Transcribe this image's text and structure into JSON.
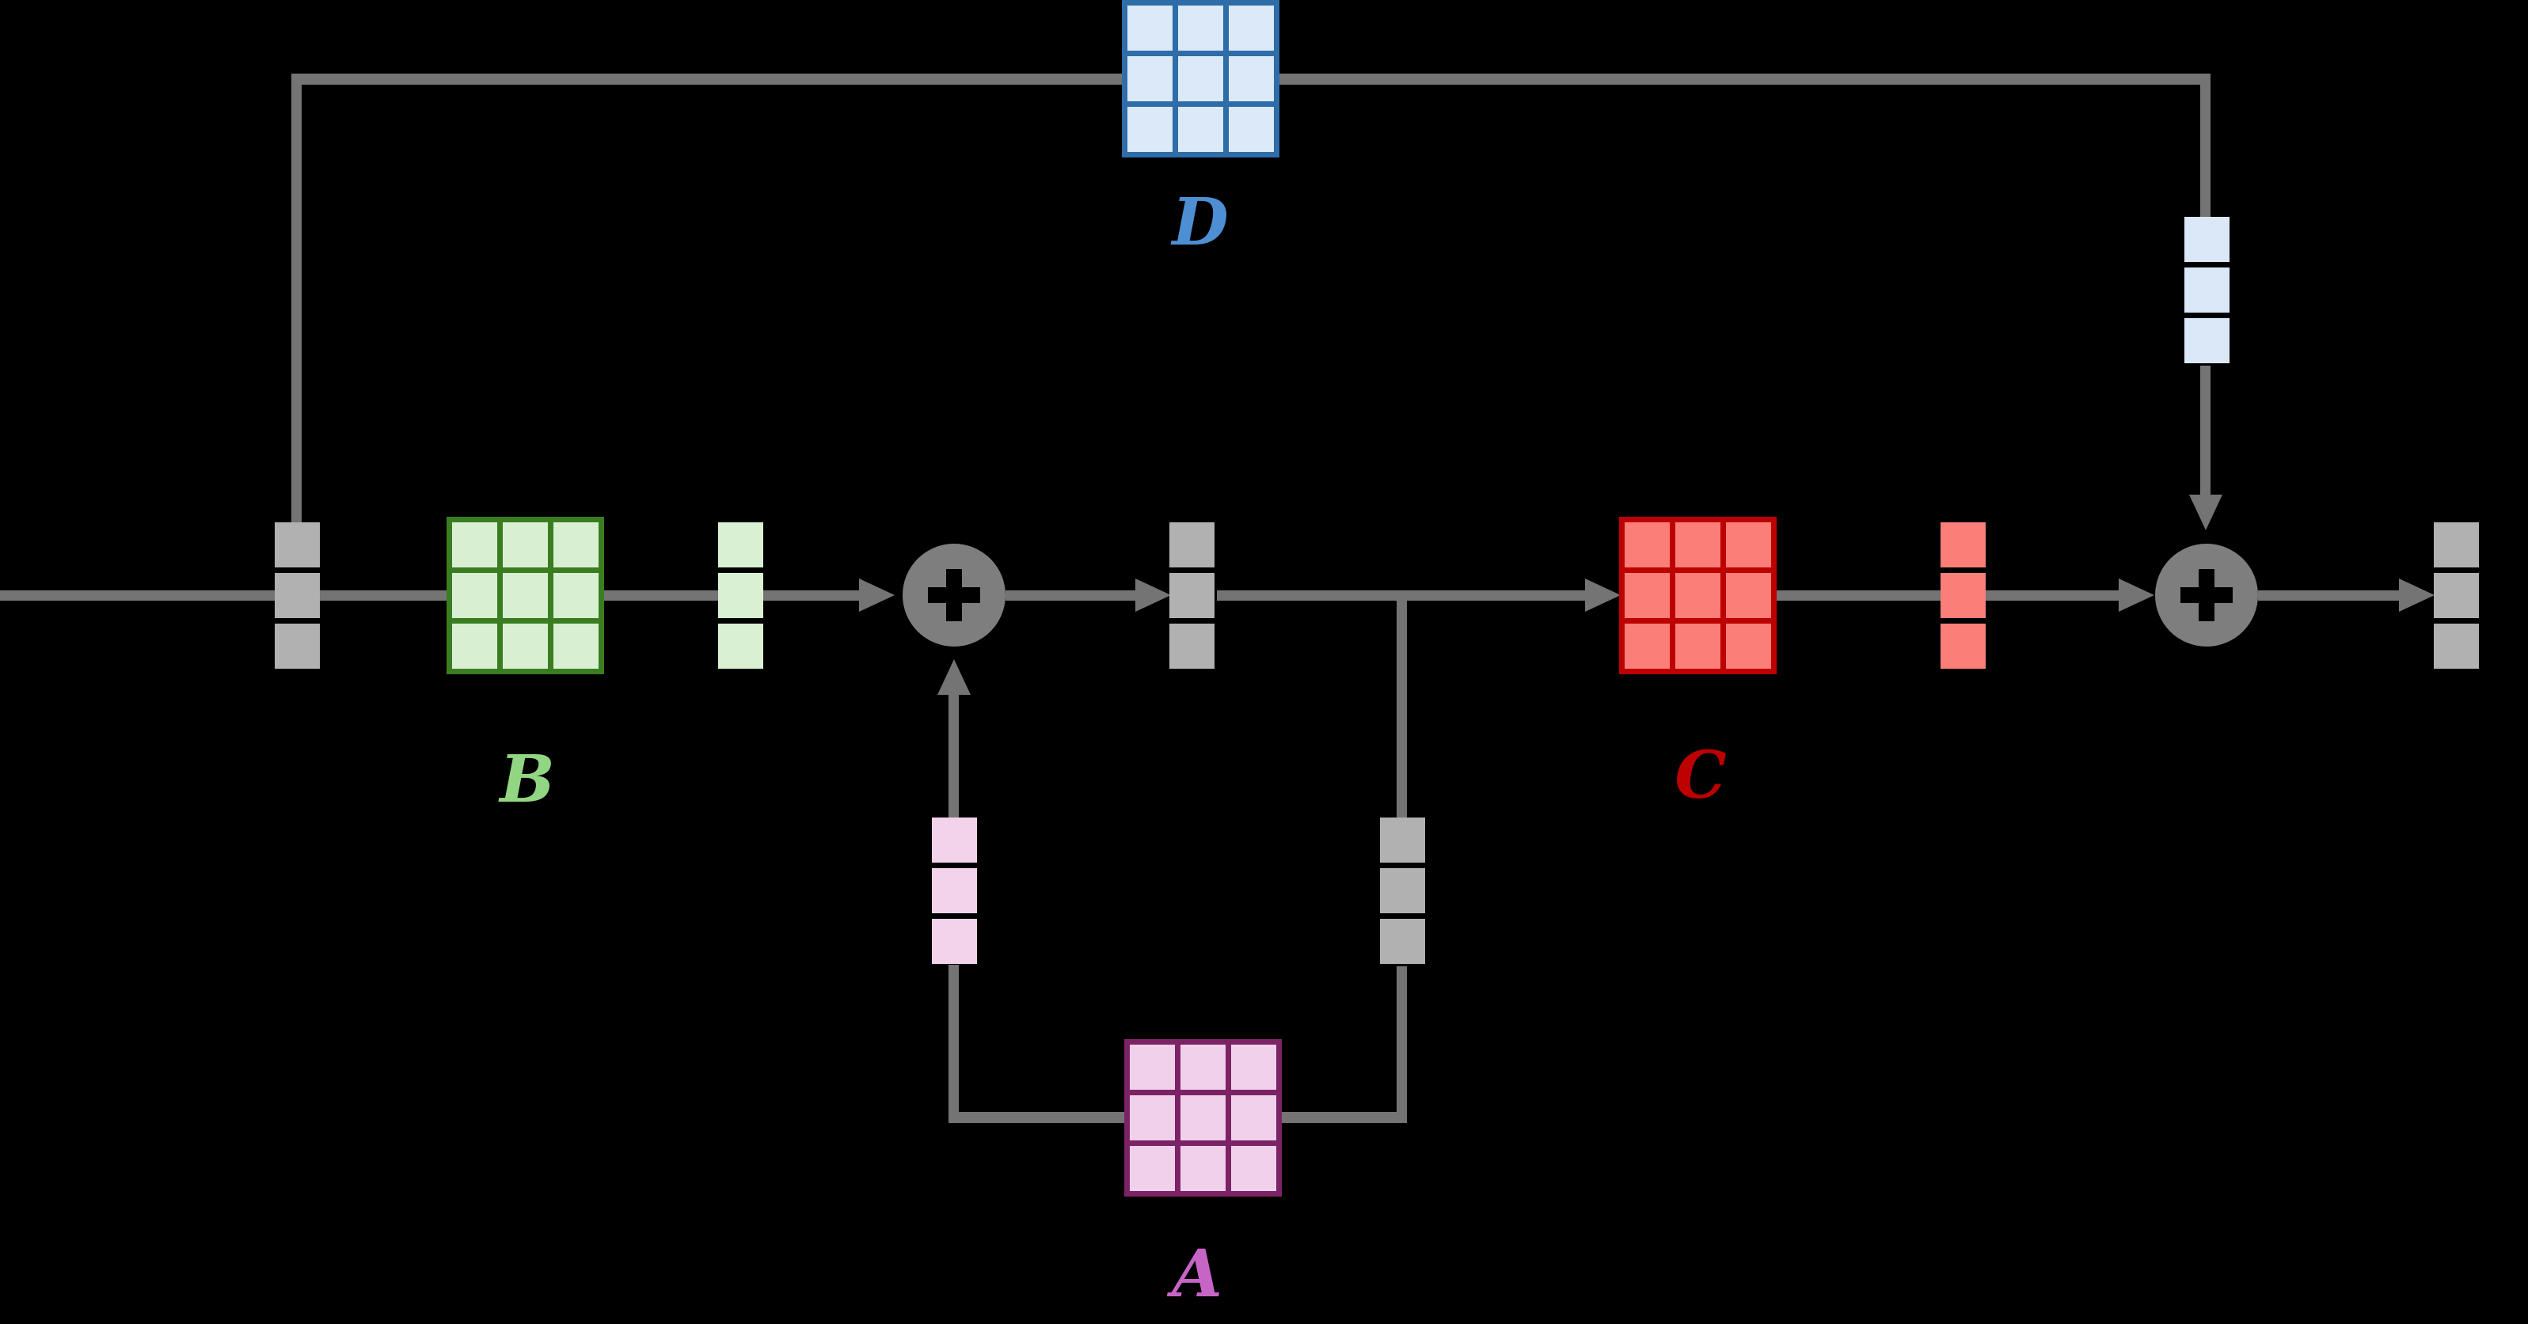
{
  "diagram": {
    "kind": "state-space-model block diagram",
    "background": "#000000",
    "description": "Signal flows left to right through matrix B, a sum node, matrix C and a second sum node; matrix D forms a top skip path and matrix A forms a bottom recurrent loop."
  },
  "colors": {
    "background": "#000000",
    "line": "#747474",
    "sum_fill": "#7e7e7e",
    "sum_symbol": "#000000",
    "vector_gray": "#b1b1b1",
    "d_border": "#2e6da8",
    "d_fill": "#dce9f8",
    "d_label": "#4e8fd3",
    "b_border": "#3a7d21",
    "b_fill": "#d8efd2",
    "b_label": "#92d683",
    "c_border": "#bd0000",
    "c_fill": "#fb7e78",
    "c_label": "#bd0000",
    "a_border": "#7b2365",
    "a_fill": "#f1d0ec",
    "a_label": "#c765c7",
    "blue_vec": "#dbe8f8",
    "green_vec": "#d9f0d3",
    "red_vec": "#fb7e78",
    "pink_vec": "#f3d2ec"
  },
  "matrices": [
    {
      "id": "A",
      "label": "A",
      "role": "state transition matrix (bottom recurrent loop)",
      "border": "#7b2365",
      "fill": "#f1d0ec",
      "label_color": "#c765c7"
    },
    {
      "id": "B",
      "label": "B",
      "role": "input matrix (main path)",
      "border": "#3a7d21",
      "fill": "#d8efd2",
      "label_color": "#92d683"
    },
    {
      "id": "C",
      "label": "C",
      "role": "output matrix (main path)",
      "border": "#bd0000",
      "fill": "#fb7e78",
      "label_color": "#bd0000"
    },
    {
      "id": "D",
      "label": "D",
      "role": "feedthrough matrix (top skip path)",
      "border": "#2e6da8",
      "fill": "#dce9f8",
      "label_color": "#4e8fd3"
    }
  ],
  "vectors": [
    {
      "name": "input-vector",
      "fill": "#b1b1b1",
      "cells": 3
    },
    {
      "name": "b-output-vector",
      "fill": "#d9f0d3",
      "cells": 3
    },
    {
      "name": "state-vector",
      "fill": "#b1b1b1",
      "cells": 3
    },
    {
      "name": "c-output-vector",
      "fill": "#fb7e78",
      "cells": 3
    },
    {
      "name": "output-vector",
      "fill": "#b1b1b1",
      "cells": 3
    },
    {
      "name": "d-skip-vector",
      "fill": "#dbe8f8",
      "cells": 3
    },
    {
      "name": "a-loop-left-vector",
      "fill": "#f3d2ec",
      "cells": 3
    },
    {
      "name": "a-loop-right-vector",
      "fill": "#b1b1b1",
      "cells": 3
    }
  ],
  "icons": {
    "sum": "plus-icon"
  }
}
